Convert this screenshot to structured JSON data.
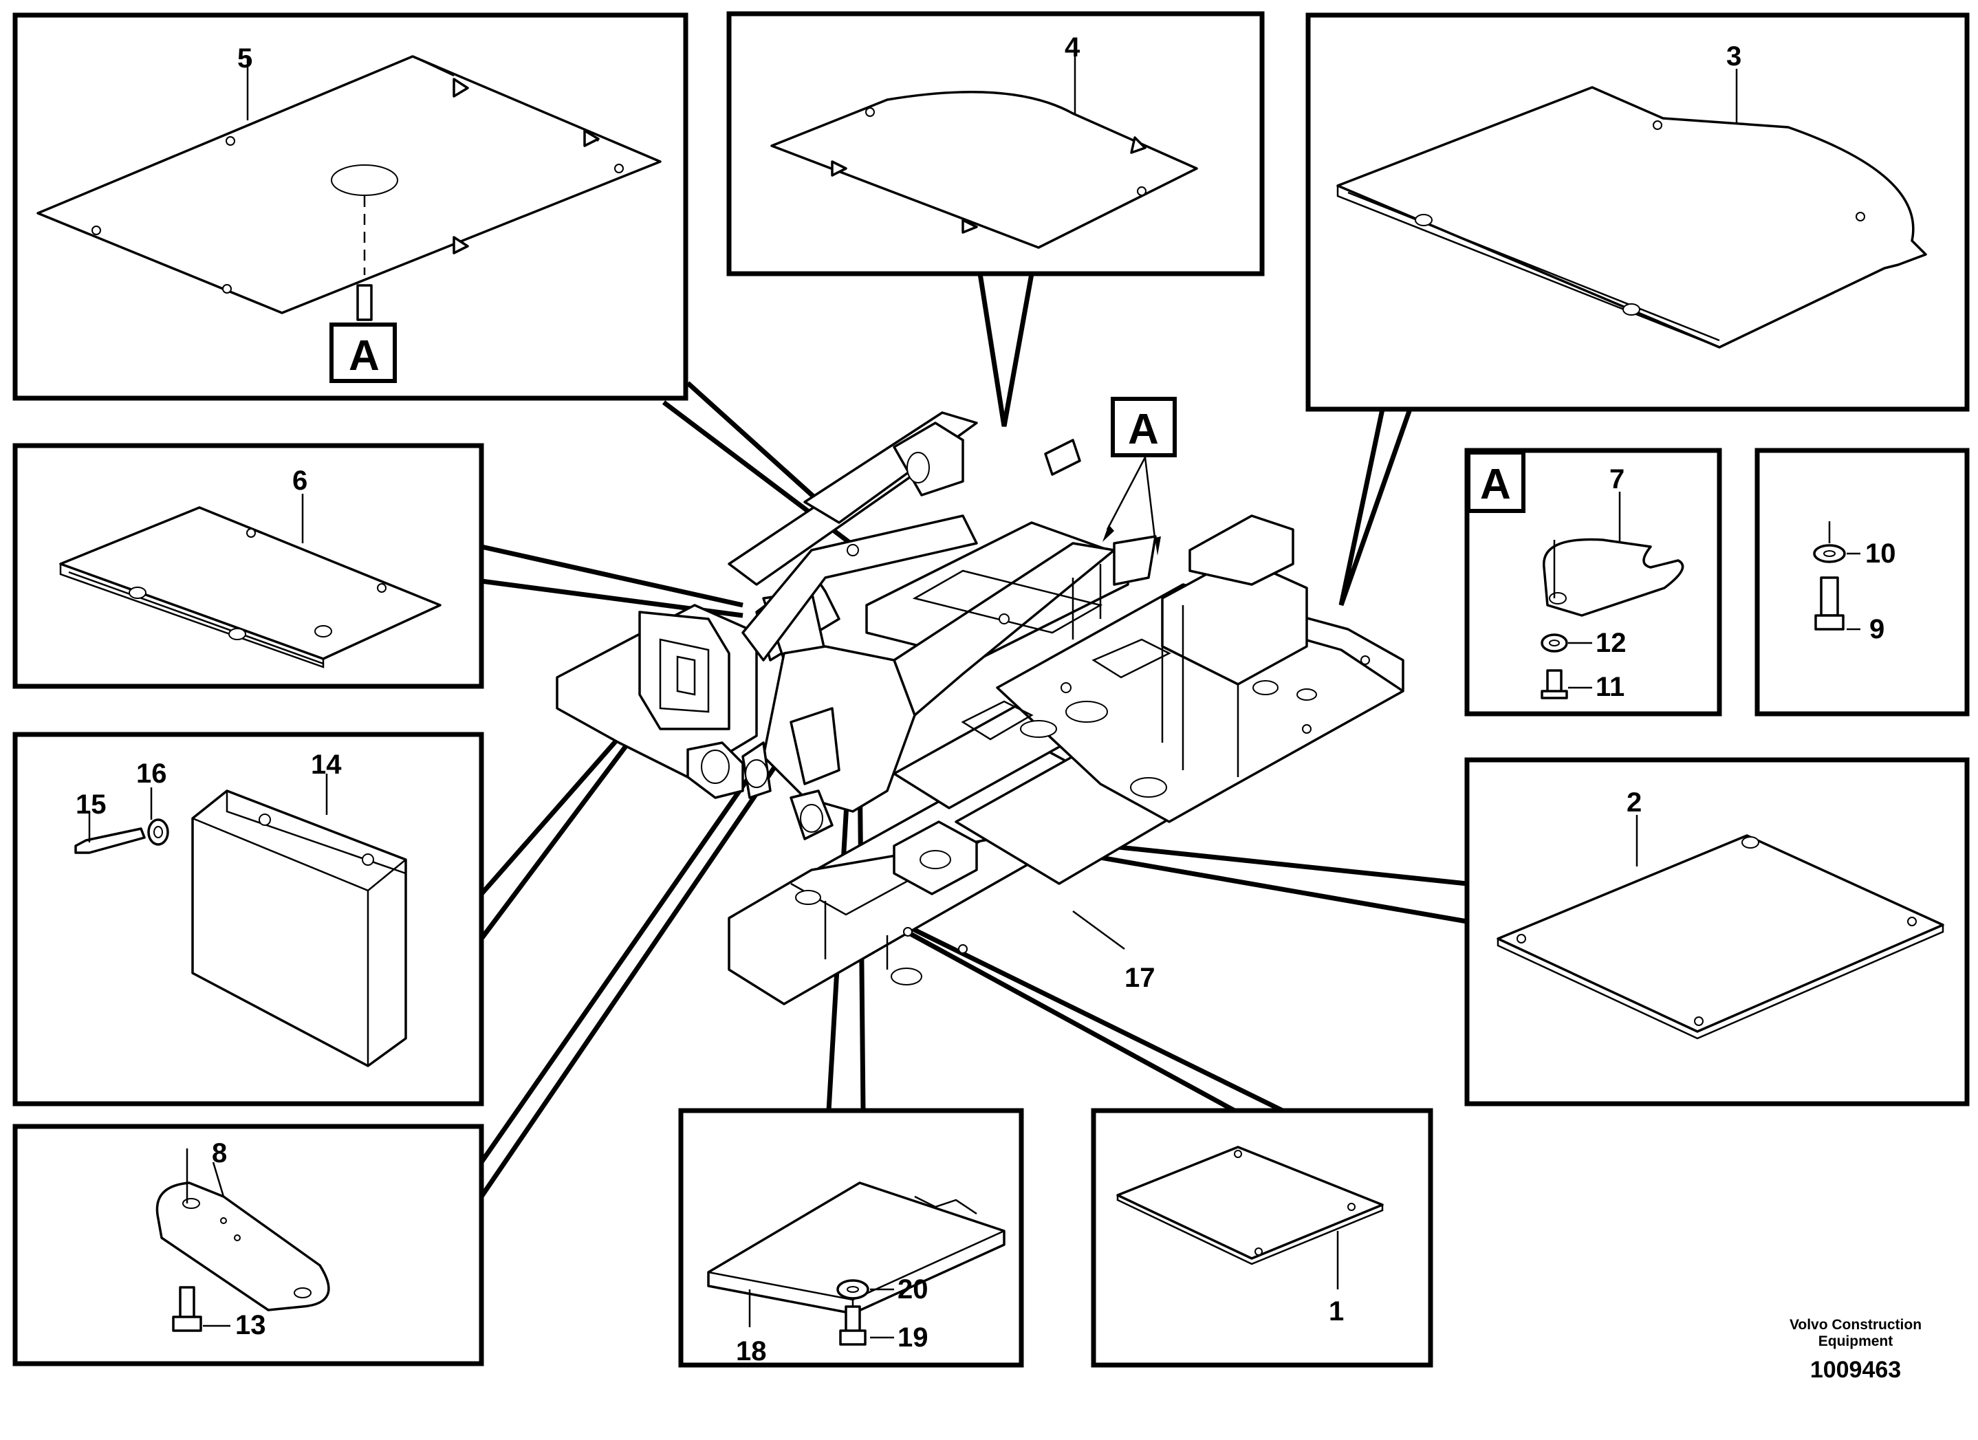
{
  "diagram": {
    "part_labels": [
      "5",
      "4",
      "3",
      "6",
      "7",
      "12",
      "11",
      "10",
      "9",
      "16",
      "14",
      "15",
      "2",
      "17",
      "8",
      "13",
      "18",
      "20",
      "19",
      "1"
    ],
    "detail_tags": [
      "A",
      "A",
      "A"
    ],
    "footer": {
      "company_line1": "Volvo Construction",
      "company_line2": "Equipment",
      "doc_number": "1009463"
    }
  }
}
